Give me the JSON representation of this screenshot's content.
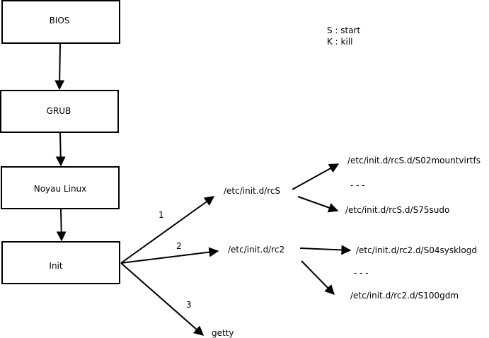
{
  "boxes": {
    "bios": "BIOS",
    "grub": "GRUB",
    "kernel": "Noyau Linux",
    "init": "Init"
  },
  "legend": {
    "start": "S : start",
    "kill": "K : kill"
  },
  "branches": {
    "one": "1",
    "two": "2",
    "three": "3"
  },
  "nodes": {
    "rcS": "/etc/init.d/rcS",
    "rc2": "/etc/init.d/rc2",
    "getty": "getty",
    "rcS_first": "/etc/init.d/rcS.d/S02mountvirtfs",
    "rcS_dots": "- - -",
    "rcS_last": "/etc/init.d/rcS.d/S75sudo",
    "rc2_first": "/etc/init.d/rc2.d/S04sysklogd",
    "rc2_dots": "- - -",
    "rc2_last": "/etc/init.d/rc2.d/S100gdm"
  }
}
